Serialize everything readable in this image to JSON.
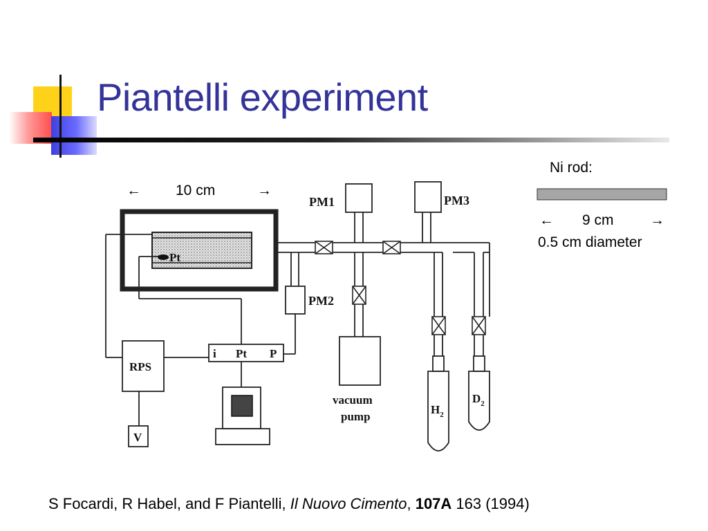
{
  "title": "Piantelli experiment",
  "chamber_dimension": {
    "left_arrow": "←",
    "value": "10 cm",
    "right_arrow": "→"
  },
  "ni_rod": {
    "heading": "Ni rod:",
    "rod_color": "#a6a6a6",
    "length": {
      "left_arrow": "←",
      "value": "9 cm",
      "right_arrow": "→"
    },
    "diameter": "0.5 cm diameter"
  },
  "apparatus_labels": {
    "pm1": "PM1",
    "pm2": "PM2",
    "pm3": "PM3",
    "pt_sensor": "Pt",
    "rps": "RPS",
    "v": "V",
    "interface_i": "i",
    "interface_pt": "Pt",
    "interface_p": "P",
    "vacuum_pump_line1": "vacuum",
    "vacuum_pump_line2": "pump",
    "h2_main": "H",
    "h2_sub": "2",
    "d2_main": "D",
    "d2_sub": "2"
  },
  "citation": {
    "authors": "S Focardi, R Habel, and F Piantelli, ",
    "journal": "Il Nuovo Cimento",
    "sep": ", ",
    "volume": "107A",
    "pages_year": " 163 (1994)"
  },
  "colors": {
    "title": "#333399",
    "accent_yellow": "#ffd21a",
    "accent_red": "#ff4d4d",
    "accent_blue": "#4040e0"
  }
}
